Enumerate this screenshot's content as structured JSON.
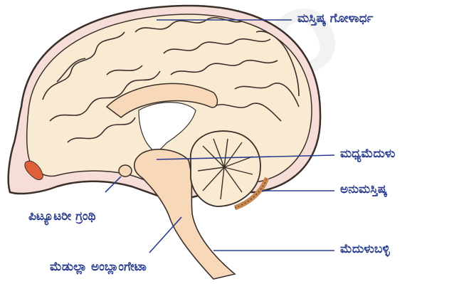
{
  "colors": {
    "label": "#2a3d8f",
    "line": "#2a3d8f",
    "skull_fill": "#f6ddd7",
    "brain_fill": "#f9ead2",
    "stem_fill": "#f7d8b8",
    "gyri_stroke": "#3a2f2a",
    "nasal": "#e0603a"
  },
  "labels": {
    "cerebrum": "ಮಸ್ತಿಷ್ಕ ಗೋಳಾರ್ಧ",
    "midbrain": "ಮಧ್ಯಮೆದುಳು",
    "cerebellum": "ಅನುಮಸ್ತಿಷ್ಕ",
    "pituitary": "ಪಿಟ್ಯೂಟರೀ ಗ್ರಂಥಿ",
    "spinal_cord": "ಮೆದುಳುಬಳ್ಳಿ",
    "medulla": "ಮೆಡುಲ್ಲಾ ಅಂಬ್ಲಾಂಗೇಟಾ"
  },
  "watermark": "ANO"
}
